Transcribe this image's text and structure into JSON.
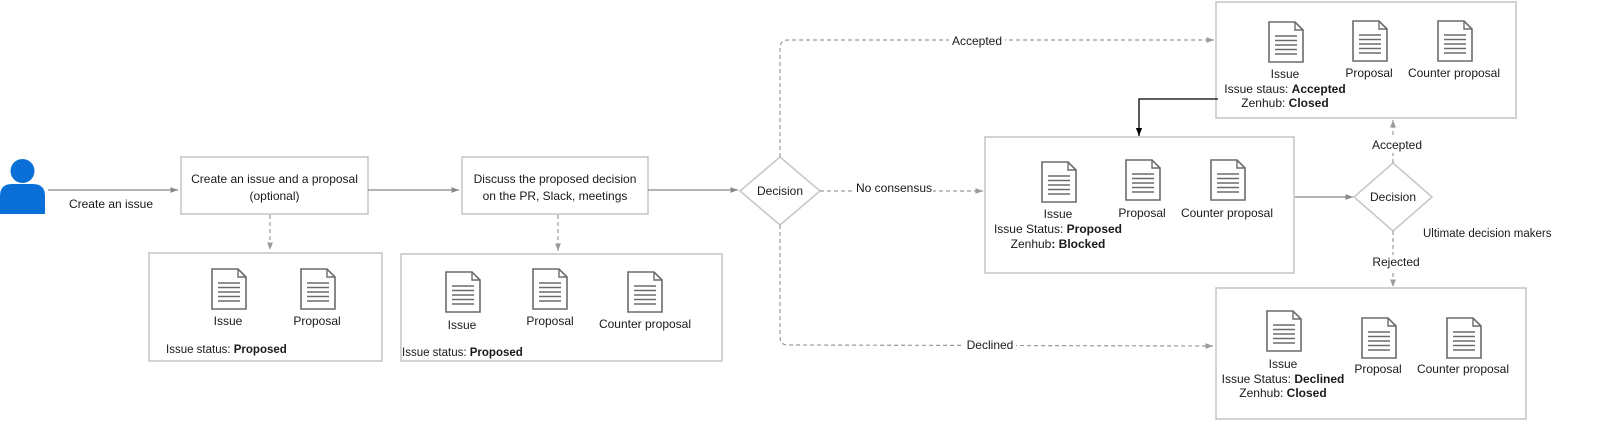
{
  "colors": {
    "box_stroke": "#c8c8c8",
    "arrow_dashed": "#9a9a9a",
    "arrow_solid": "#888888",
    "arrow_black": "#000000",
    "doc_icon": "#6b6b6b",
    "user_icon": "#0a6fd6"
  },
  "actor": {
    "icon": "user-icon",
    "edge_label": "Create an issue"
  },
  "step1": {
    "line1": "Create an issue and a proposal",
    "line2": "(optional)",
    "docs": [
      {
        "label": "Issue",
        "icon": "document-icon"
      },
      {
        "label": "Proposal",
        "icon": "document-icon"
      }
    ],
    "status_prefix": "Issue status: ",
    "status_value": "Proposed"
  },
  "step2": {
    "line1": "Discuss the proposed decision",
    "line2": "on the PR, Slack, meetings",
    "docs": [
      {
        "label": "Issue",
        "icon": "document-icon"
      },
      {
        "label": "Proposal",
        "icon": "document-icon"
      },
      {
        "label": "Counter proposal",
        "icon": "document-icon"
      }
    ],
    "status_prefix": "Issue status: ",
    "status_value": "Proposed"
  },
  "decision1": {
    "label": "Decision"
  },
  "edges": {
    "accepted_top": "Accepted",
    "no_consensus": "No consensus",
    "declined": "Declined",
    "accepted_up": "Accepted",
    "rejected": "Rejected",
    "ultimate": "Ultimate decision makers"
  },
  "blocked_box": {
    "docs": [
      {
        "label": "Issue",
        "icon": "document-icon"
      },
      {
        "label": "Proposal",
        "icon": "document-icon"
      },
      {
        "label": "Counter proposal",
        "icon": "document-icon"
      }
    ],
    "status_prefix": "Issue Status: ",
    "status_value": "Proposed",
    "zenhub_prefix": "Zenhub",
    "zenhub_value": ": Blocked"
  },
  "decision2": {
    "label": "Decision"
  },
  "accepted_box": {
    "docs": [
      {
        "label": "Issue",
        "icon": "document-icon"
      },
      {
        "label": "Proposal",
        "icon": "document-icon"
      },
      {
        "label": "Counter proposal",
        "icon": "document-icon"
      }
    ],
    "status_prefix": "Issue staus: ",
    "status_value": "Accepted",
    "zenhub_prefix": "Zenhub: ",
    "zenhub_value": "Closed"
  },
  "declined_box": {
    "docs": [
      {
        "label": "Issue",
        "icon": "document-icon"
      },
      {
        "label": "Proposal",
        "icon": "document-icon"
      },
      {
        "label": "Counter proposal",
        "icon": "document-icon"
      }
    ],
    "status_prefix": "Issue Status: ",
    "status_value": "Declined",
    "zenhub_prefix": "Zenhub: ",
    "zenhub_value": "Closed"
  }
}
